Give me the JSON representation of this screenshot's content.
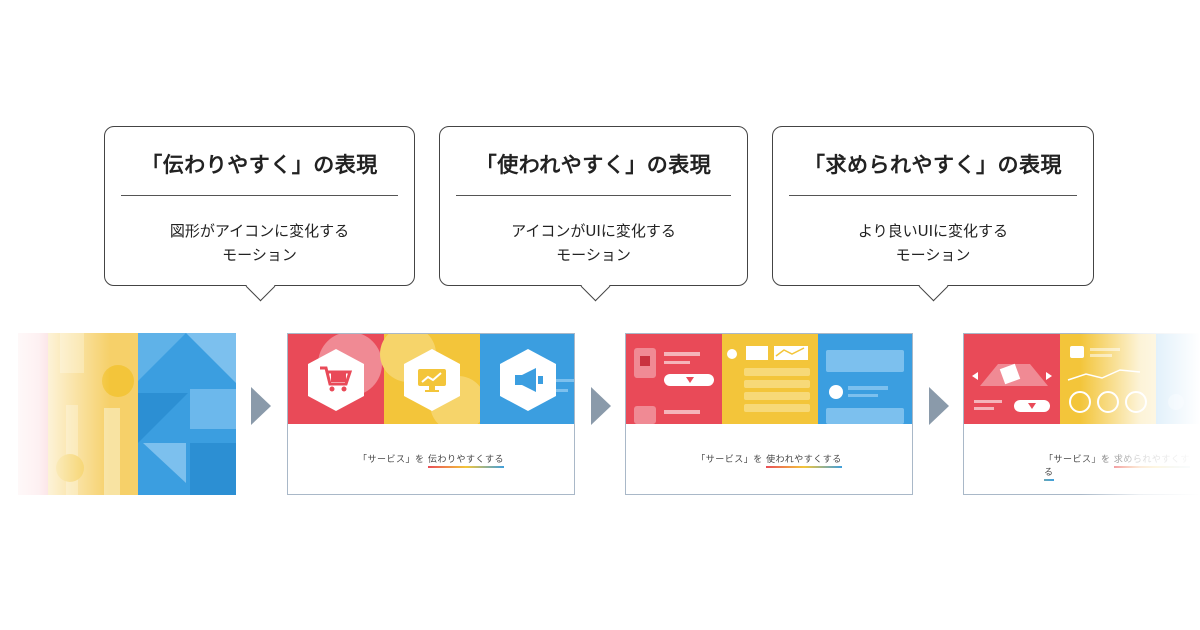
{
  "bubbles": [
    {
      "title": "「伝わりやすく」の表現",
      "line1": "図形がアイコンに変化する",
      "line2": "モーション"
    },
    {
      "title": "「使われやすく」の表現",
      "line1": "アイコンがUIに変化する",
      "line2": "モーション"
    },
    {
      "title": "「求められやすく」の表現",
      "line1": "より良いUIに変化する",
      "line2": "モーション"
    }
  ],
  "cards": [
    {
      "prefix": "「サービス」を",
      "highlight": "伝わりやすくする"
    },
    {
      "prefix": "「サービス」を",
      "highlight": "使われやすくする"
    },
    {
      "prefix": "「サービス」を",
      "highlight": "求められやすくする"
    }
  ],
  "colors": {
    "red": "#e94a58",
    "yellow": "#f3c53a",
    "blue": "#3b9ee0",
    "arrow": "#8a9aaa"
  },
  "icons": [
    "cart-icon",
    "monitor-icon",
    "megaphone-icon"
  ]
}
